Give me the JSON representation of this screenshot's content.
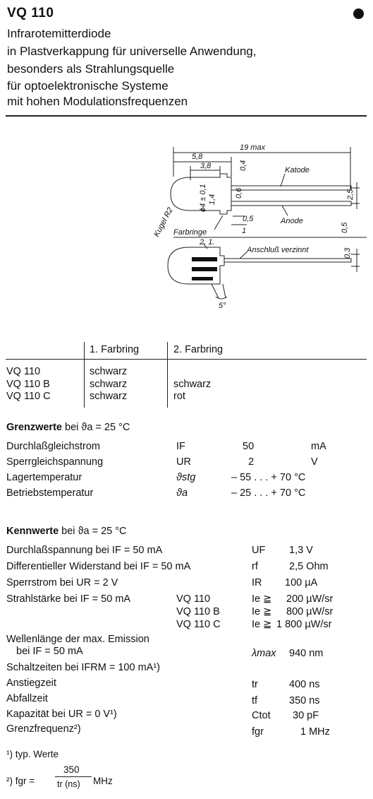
{
  "title": "VQ 110",
  "description": [
    "Infrarotemitterdiode",
    "in Plastverkappung für universelle Anwendung,",
    "besonders als Strahlungsquelle",
    "für optoelektronische Systeme",
    "mit hohen Modulationsfrequenzen"
  ],
  "drawing": {
    "dim_overall": "19 max",
    "dim_58": "5,8",
    "dim_38": "3,8",
    "dim_04": "0,4",
    "dim_dia": "ϕ4 ± 0,1",
    "dim_14": "1,4",
    "dim_06": "0,6",
    "dim_25": "2,5",
    "dim_05a": "0,5",
    "dim_1": "1",
    "dim_05b": "0,5",
    "dim_03": "0,3",
    "dim_5deg": "5°",
    "label_katode": "Katode",
    "label_anode": "Anode",
    "label_kugel": "Kugel R2",
    "label_farbringe": "Farbringe",
    "label_21": "2. 1.",
    "label_anschluss": "Anschluß verzinnt"
  },
  "color_table": {
    "headers": [
      "1. Farbring",
      "2. Farbring"
    ],
    "rows": [
      {
        "type": "VQ 110",
        "ring1": "schwarz",
        "ring2": ""
      },
      {
        "type": "VQ 110 B",
        "ring1": "schwarz",
        "ring2": "schwarz"
      },
      {
        "type": "VQ 110 C",
        "ring1": "schwarz",
        "ring2": "rot"
      }
    ]
  },
  "limits": {
    "heading_bold": "Grenzwerte",
    "heading_rest": " bei ϑa = 25 °C",
    "rows": [
      {
        "name": "Durchlaßgleichstrom",
        "symbol": "IF",
        "value": "50",
        "unit": "mA"
      },
      {
        "name": "Sperrgleichspannung",
        "symbol": "UR",
        "value": "2",
        "unit": "V"
      },
      {
        "name": "Lagertemperatur",
        "symbol": "ϑstg",
        "value": "– 55 . . . + 70 °C",
        "unit": ""
      },
      {
        "name": "Betriebstemperatur",
        "symbol": "ϑa",
        "value": "– 25 . . . + 70 °C",
        "unit": ""
      }
    ]
  },
  "characteristics": {
    "heading_bold": "Kennwerte",
    "heading_rest": " bei ϑa = 25 °C",
    "rows": [
      {
        "name": "Durchlaßspannung bei IF = 50 mA",
        "symbol": "UF",
        "value": "1,3 V"
      },
      {
        "name": "Differentieller Widerstand bei IF = 50 mA",
        "symbol": "rf",
        "value": "2,5 Ohm"
      },
      {
        "name": "Sperrstrom bei UR = 2 V",
        "symbol": "IR",
        "value": "100 µA"
      }
    ],
    "radiant": {
      "name": "Strahlstärke bei IF = 50 mA",
      "variants": [
        {
          "type": "VQ 110",
          "symbol": "Ie ≧",
          "value": "200 µW/sr"
        },
        {
          "type": "VQ 110 B",
          "symbol": "Ie ≧",
          "value": "800 µW/sr"
        },
        {
          "type": "VQ 110 C",
          "symbol": "Ie ≧",
          "value": "1 800 µW/sr"
        }
      ]
    },
    "wavelength": {
      "line1": "Wellenlänge der max. Emission",
      "line2": "bei IF = 50 mA",
      "symbol": "λmax",
      "value": "940 nm"
    },
    "switching": "Schaltzeiten bei IFRM = 100 mA¹)",
    "rows2": [
      {
        "name": "Anstiegzeit",
        "symbol": "tr",
        "value": "400 ns"
      },
      {
        "name": "Abfallzeit",
        "symbol": "tf",
        "value": "350 ns"
      },
      {
        "name": "Kapazität bei UR = 0 V¹)",
        "symbol": "Ctot",
        "value": "30 pF"
      },
      {
        "name": "Grenzfrequenz²)",
        "symbol": "fgr",
        "value": "1 MHz"
      }
    ]
  },
  "footnotes": {
    "note1": "¹) typ. Werte",
    "note2_prefix": "²) fgr =",
    "numerator": "350",
    "denominator": "tr (ns)",
    "unit": "MHz"
  }
}
